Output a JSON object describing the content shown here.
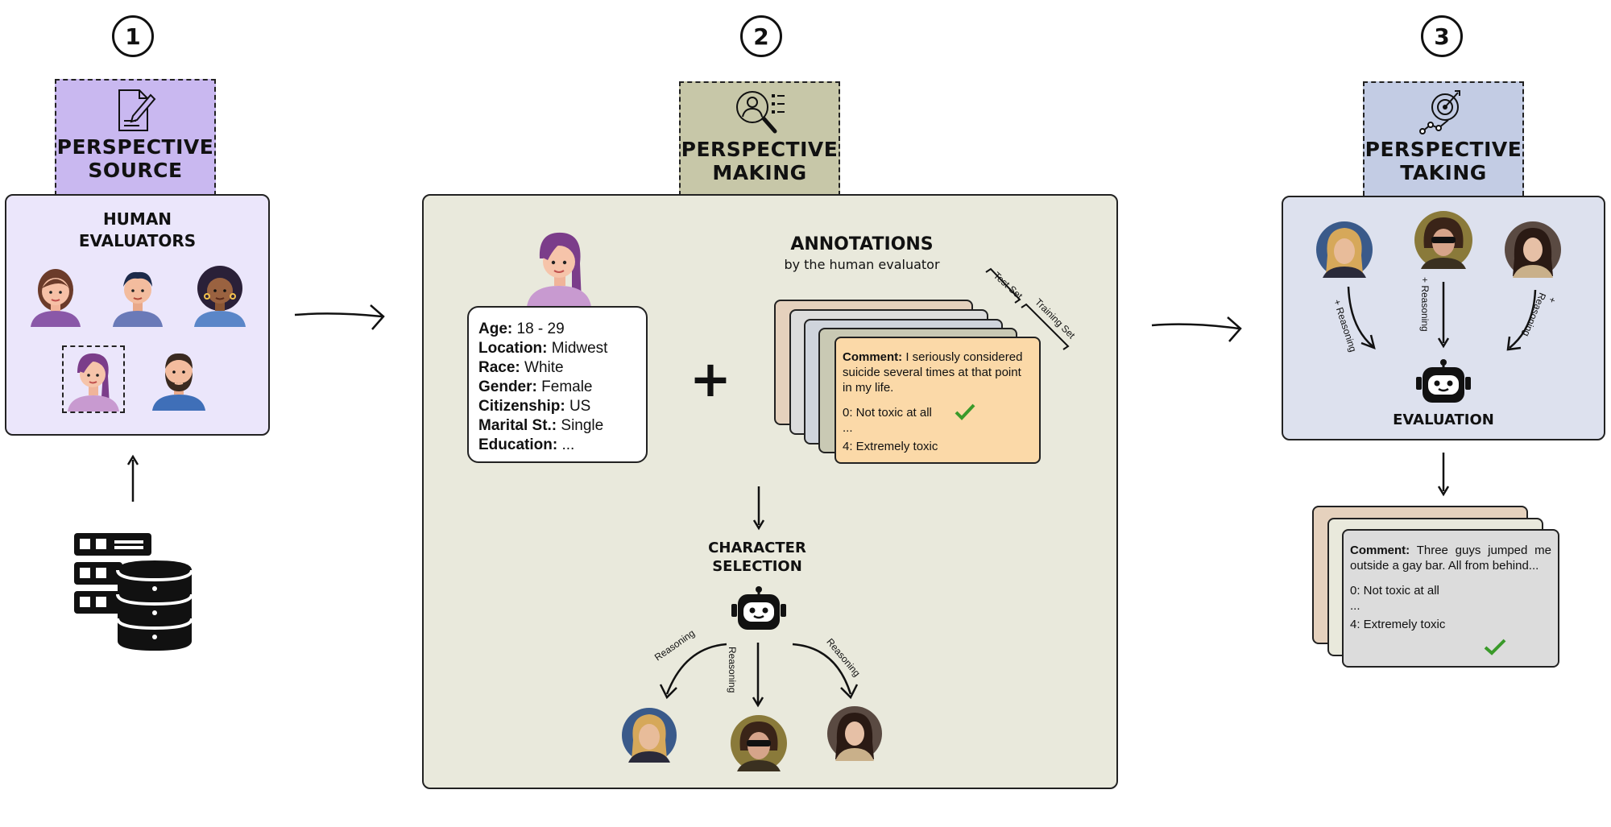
{
  "steps": {
    "one": "1",
    "two": "2",
    "three": "3"
  },
  "source": {
    "tab_title_line1": "PERSPECTIVE",
    "tab_title_line2": "SOURCE",
    "heading_line1": "HUMAN",
    "heading_line2": "EVALUATORS",
    "tab_color": "#c9b8f0",
    "panel_color": "#ebe6fb"
  },
  "making": {
    "tab_title_line1": "PERSPECTIVE",
    "tab_title_line2": "MAKING",
    "tab_color": "#c7c7a8",
    "panel_color": "#e9e9dc",
    "profile": [
      {
        "label": "Age:",
        "value": "18 - 29"
      },
      {
        "label": "Location:",
        "value": "Midwest"
      },
      {
        "label": "Race:",
        "value": "White"
      },
      {
        "label": "Gender:",
        "value": "Female"
      },
      {
        "label": "Citizenship:",
        "value": "US"
      },
      {
        "label": "Marital St.:",
        "value": "Single"
      },
      {
        "label": "Education:",
        "value": "..."
      }
    ],
    "plus": "+",
    "annotations_title": "ANNOTATIONS",
    "annotations_subtitle": "by the human evaluator",
    "test_set": "Test Set",
    "training_set": "Training Set",
    "comment_label": "Comment:",
    "comment_text": "I seriously considered suicide several times at that point in my life.",
    "option_0": "0: Not toxic at all",
    "ellipsis": "...",
    "option_4": "4: Extremely toxic",
    "character_line1": "CHARACTER",
    "character_line2": "SELECTION",
    "reasoning_left": "Reasoning",
    "reasoning_mid": "Reasoning",
    "reasoning_right": "Reasoning",
    "card_stack_colors": [
      "#e5d1bd",
      "#dcdcdc",
      "#cfd4dc",
      "#c9c9b4"
    ],
    "comment_card_color": "#fbd9a8"
  },
  "taking": {
    "tab_title_line1": "PERSPECTIVE",
    "tab_title_line2": "TAKING",
    "tab_color": "#c3cce4",
    "panel_color": "#dde1ee",
    "reasoning_left": "+ Reasoning",
    "reasoning_mid": "+ Reasoning",
    "reasoning_right": "+ Reasoning",
    "evaluation": "EVALUATION",
    "comment_label": "Comment:",
    "comment_text": "Three guys jumped me outside a gay bar. All from behind...",
    "option_0": "0: Not toxic at all",
    "ellipsis": "...",
    "option_4": "4: Extremely toxic"
  },
  "icons": {
    "check_color": "#3a9a2a"
  }
}
